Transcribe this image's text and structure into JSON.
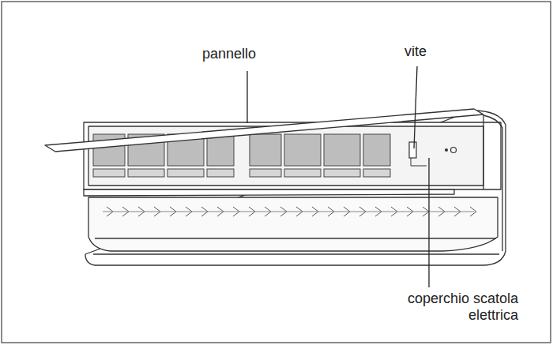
{
  "diagram": {
    "labels": [
      "pannello",
      "vite",
      "coperchio scatola elettrica"
    ]
  }
}
